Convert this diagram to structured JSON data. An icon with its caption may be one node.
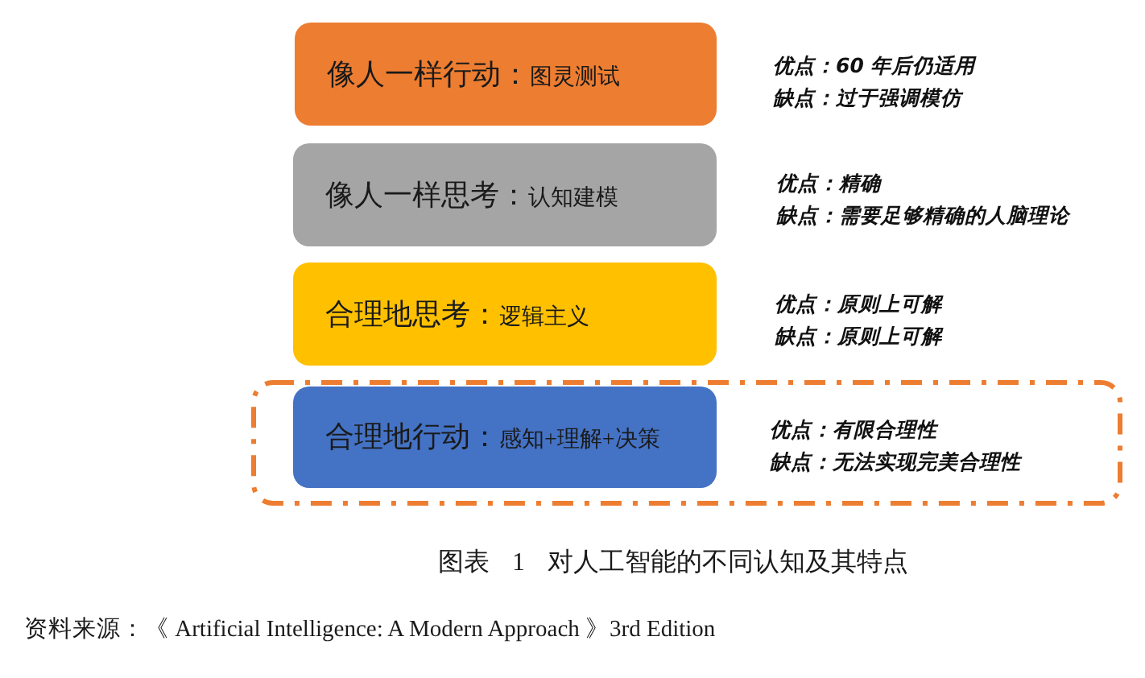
{
  "diagram": {
    "caption": "图表 1 对人工智能的不同认知及其特点",
    "nodes": [
      {
        "text": [
          "像人一样行动：",
          "图灵测试"
        ],
        "beside": [
          "优点：60 年后仍适用",
          "缺点：过于强调模仿"
        ]
      },
      {
        "text": [
          "像人一样思考：",
          "认知建模"
        ],
        "beside": [
          "优点：精确",
          "缺点：需要足够精确的人脑理论"
        ]
      },
      {
        "text": [
          "合理地思考：",
          "逻辑主义"
        ],
        "beside": [
          "优点：原则上可解",
          "缺点：原则上可解"
        ]
      },
      {
        "text": [],
        "shape": "box"
      },
      {
        "text": [
          "合理地行动：",
          "感知+理解+决策"
        ],
        "in": 3,
        "beside": [
          "优点：有限合理性",
          "缺点：无法实现完美合理性"
        ]
      }
    ],
    "labels": [
      "资料来源：《 Artificial Intelligence: A Modern Approach 》3rd Edition"
    ]
  }
}
